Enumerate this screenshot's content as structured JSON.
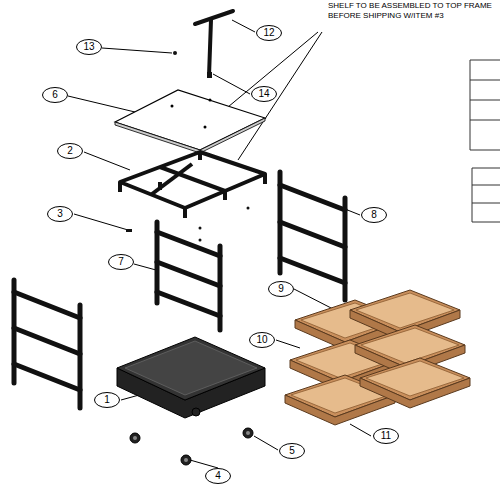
{
  "diagram": {
    "nodes": [
      {
        "text": [
          "13"
        ]
      },
      {
        "text": [
          "12"
        ]
      },
      {
        "text": [
          "14"
        ]
      },
      {
        "text": [
          "6"
        ]
      },
      {
        "text": [
          "2"
        ]
      },
      {
        "text": [
          "3"
        ]
      },
      {
        "text": [
          "8"
        ]
      },
      {
        "text": [
          "7"
        ]
      },
      {
        "text": [
          "9"
        ]
      },
      {
        "text": [
          "10"
        ]
      },
      {
        "text": [
          "1"
        ]
      },
      {
        "text": [
          "11"
        ]
      },
      {
        "text": [
          "5"
        ]
      },
      {
        "text": [
          "4"
        ]
      }
    ],
    "labels": [
      "SHELF TO BE ASSEMBLED TO TOP FRAME BEFORE SHIPPING W/ITEM #3"
    ]
  }
}
